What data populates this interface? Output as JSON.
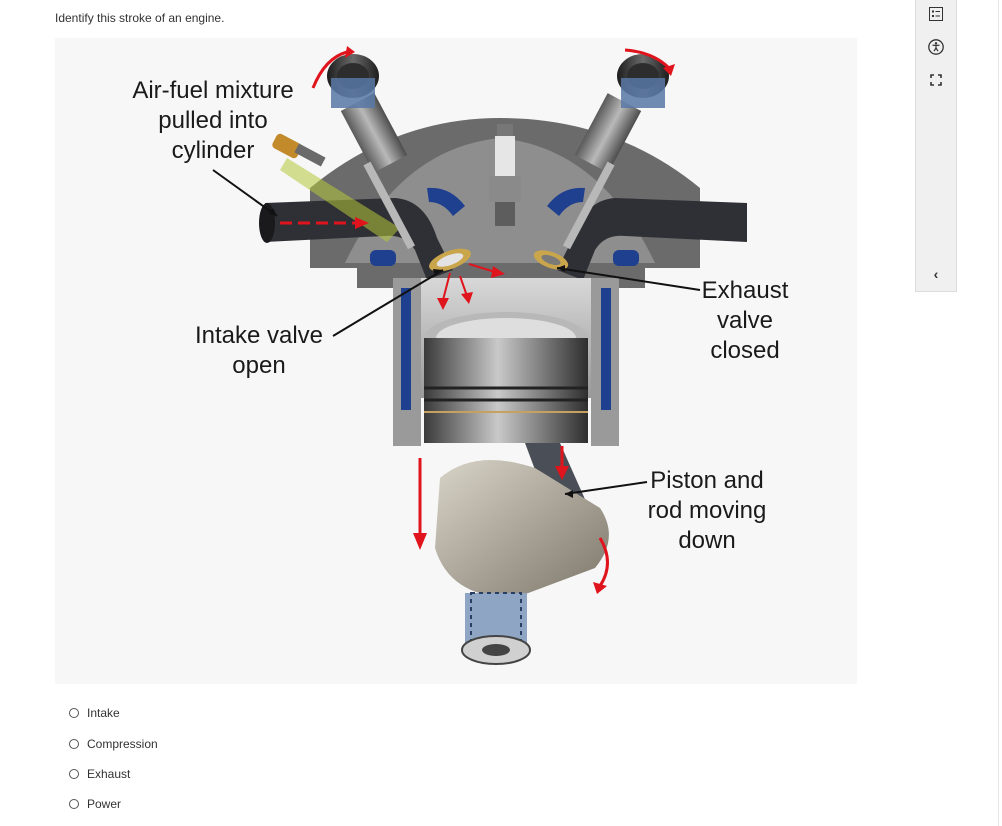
{
  "question": {
    "text": "Identify this stroke of an engine."
  },
  "figure": {
    "labels": {
      "air_fuel": "Air-fuel mixture\npulled into\ncylinder",
      "intake_valve": "Intake valve\nopen",
      "exhaust_valve": "Exhaust\nvalve\nclosed",
      "piston_rod": "Piston and\nrod moving\ndown"
    },
    "colors": {
      "arrow": "#e0141c",
      "metal": "#8c8c8c",
      "water_jacket": "#1f3f8f",
      "fuel_spray": "#b5c93a"
    }
  },
  "options": [
    {
      "label": "Intake",
      "selected": false
    },
    {
      "label": "Compression",
      "selected": false
    },
    {
      "label": "Exhaust",
      "selected": false
    },
    {
      "label": "Power",
      "selected": false
    }
  ],
  "side_panel": {
    "icons": [
      "summary-icon",
      "accessibility-icon",
      "fullscreen-icon"
    ],
    "collapse_glyph": "‹"
  }
}
